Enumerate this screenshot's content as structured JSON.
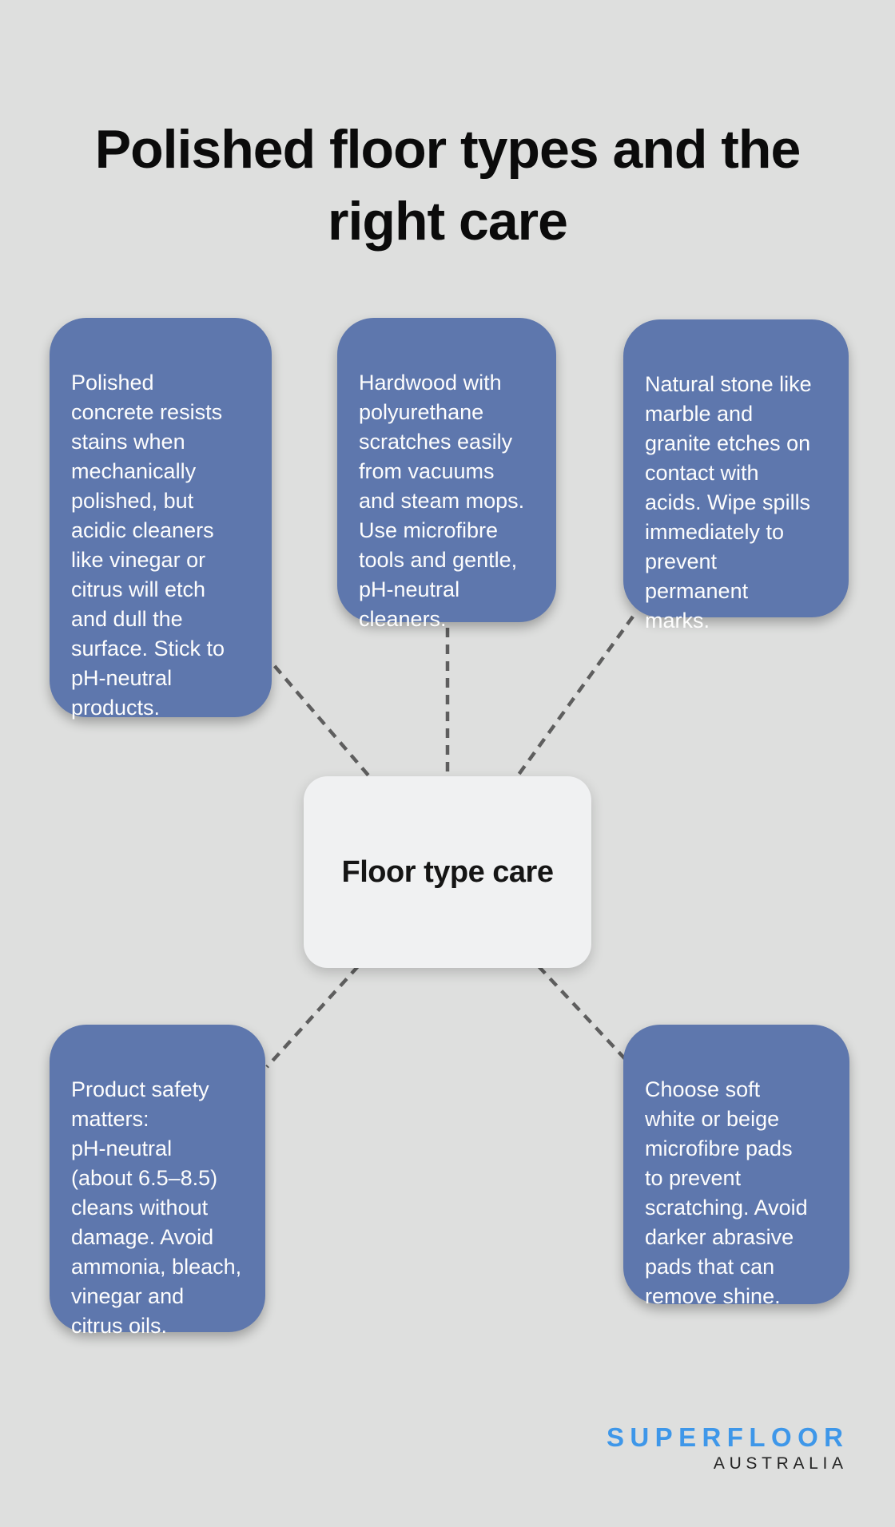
{
  "title": "Polished floor types and the\nright care",
  "center": {
    "label": "Floor type care"
  },
  "cards": [
    {
      "id": "polished-concrete",
      "text": "Polished\nconcrete resists\nstains when\nmechanically\npolished, but\nacidic cleaners\nlike vinegar or\ncitrus will etch\nand dull the\nsurface. Stick to\npH-neutral\nproducts."
    },
    {
      "id": "hardwood",
      "text": "Hardwood with\npolyurethane\nscratches easily\nfrom vacuums\nand steam mops.\nUse microfibre\ntools and gentle,\npH-neutral\ncleaners."
    },
    {
      "id": "natural-stone",
      "text": "Natural stone like\nmarble and\ngranite etches on\ncontact with\nacids. Wipe spills\nimmediately to\nprevent\npermanent\nmarks."
    },
    {
      "id": "product-safety",
      "text": "Product safety\nmatters:\npH-neutral\n(about 6.5–8.5)\ncleans without\ndamage. Avoid\nammonia, bleach,\nvinegar and\ncitrus oils."
    },
    {
      "id": "microfibre-pads",
      "text": "Choose soft\nwhite or beige\nmicrofibre pads\nto prevent\nscratching. Avoid\ndarker abrasive\npads that can\nremove shine."
    }
  ],
  "brand": {
    "name": "SUPERFLOOR",
    "region": "AUSTRALIA"
  },
  "colors": {
    "background": "#dedfde",
    "node_fill": "#5e77ad",
    "center_fill": "#f0f1f2",
    "line": "#5e5e5e",
    "logo_blue": "#3e97e9",
    "logo_dark": "#232323",
    "text_light": "#fdfdfd",
    "text_dark": "#0b0b0b"
  }
}
